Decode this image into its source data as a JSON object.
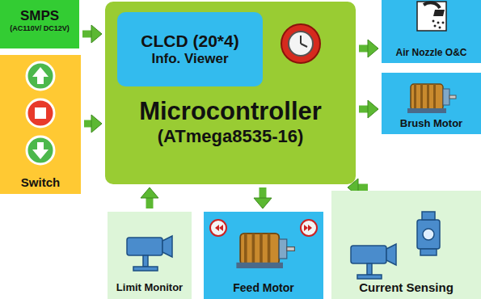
{
  "diagram": {
    "nodes": [
      {
        "text": [
          "SMPS",
          "(AC110V/ DC12V)"
        ]
      },
      {
        "text": [
          "Switch"
        ]
      },
      {
        "text": [
          "Microcontroller",
          "(ATmega8535-16)"
        ]
      },
      {
        "text": [
          "CLCD (20*4)",
          "Info. Viewer"
        ],
        "in": 2
      },
      {
        "text": [
          "Air Nozzle O&C"
        ]
      },
      {
        "text": [
          "Brush Motor"
        ]
      },
      {
        "text": [
          "Limit Monitor"
        ]
      },
      {
        "text": [
          "Feed Motor"
        ]
      },
      {
        "text": [
          "Current Sensing"
        ]
      }
    ],
    "edges": [
      {
        "from": 0,
        "to": 2,
        "arrow": "to"
      },
      {
        "from": 1,
        "to": 2,
        "arrow": "to"
      },
      {
        "from": 2,
        "to": 4,
        "arrow": "to"
      },
      {
        "from": 2,
        "to": 5,
        "arrow": "to"
      },
      {
        "from": 6,
        "to": 2,
        "arrow": "to"
      },
      {
        "from": 2,
        "to": 7,
        "arrow": "to"
      },
      {
        "from": 8,
        "to": 2,
        "arrow": "to"
      }
    ]
  }
}
